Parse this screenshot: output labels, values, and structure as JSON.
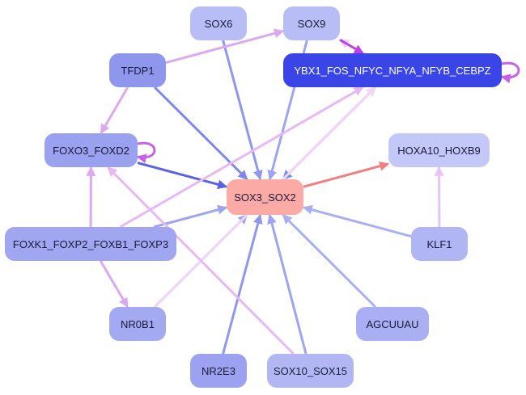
{
  "title": "SOX3_SOX2 regulatory network",
  "nodes": [
    {
      "id": "SOX6",
      "label": "SOX6",
      "color": "#b8bdf6",
      "text": "#1a1a3a"
    },
    {
      "id": "SOX9",
      "label": "SOX9",
      "color": "#b8bdf6",
      "text": "#1a1a3a"
    },
    {
      "id": "TFDP1",
      "label": "TFDP1",
      "color": "#8f97ec",
      "text": "#1a1a3a"
    },
    {
      "id": "YBX1",
      "label": "YBX1_FOS_NFYC_NFYA_NFYB_CEBPZ",
      "color": "#3a45e8",
      "text": "#ffffff"
    },
    {
      "id": "FOXO3",
      "label": "FOXO3_FOXD2",
      "color": "#9aa1ef",
      "text": "#1a1a3a"
    },
    {
      "id": "SOX3",
      "label": "SOX3_SOX2",
      "color": "#fbaaa6",
      "text": "#1a1a3a"
    },
    {
      "id": "HOXA10",
      "label": "HOXA10_HOXB9",
      "color": "#c4c8f8",
      "text": "#1a1a3a"
    },
    {
      "id": "FOXK1",
      "label": "FOXK1_FOXP2_FOXB1_FOXP3",
      "color": "#a0a6f0",
      "text": "#1a1a3a"
    },
    {
      "id": "KLF1",
      "label": "KLF1",
      "color": "#b0b6f4",
      "text": "#1a1a3a"
    },
    {
      "id": "NR0B1",
      "label": "NR0B1",
      "color": "#a4aaf1",
      "text": "#1a1a3a"
    },
    {
      "id": "AGCUUAU",
      "label": "AGCUUAU",
      "color": "#a9aff2",
      "text": "#1a1a3a"
    },
    {
      "id": "NR2E3",
      "label": "NR2E3",
      "color": "#9ca2ef",
      "text": "#1a1a3a"
    },
    {
      "id": "SOX10",
      "label": "SOX10_SOX15",
      "color": "#b2b7f4",
      "text": "#1a1a3a"
    }
  ],
  "edges": [
    {
      "from": "SOX6",
      "to": "SOX3",
      "color": "#8f97ec"
    },
    {
      "from": "SOX9",
      "to": "SOX3",
      "color": "#9ea5f0"
    },
    {
      "from": "TFDP1",
      "to": "SOX3",
      "color": "#7f88ea"
    },
    {
      "from": "TFDP1",
      "to": "SOX9",
      "color": "#dca8f0"
    },
    {
      "from": "TFDP1",
      "to": "FOXO3",
      "color": "#dca8f0"
    },
    {
      "from": "YBX1",
      "to": "SOX9",
      "color": "#efcdf8"
    },
    {
      "from": "YBX1",
      "to": "SOX3",
      "color": "#6f8ae8"
    },
    {
      "from": "SOX3",
      "to": "YBX1",
      "color": "#f9b0a8"
    },
    {
      "from": "FOXO3",
      "to": "SOX3",
      "color": "#5a63e6"
    },
    {
      "from": "SOX3",
      "to": "HOXA10",
      "color": "#f08080"
    },
    {
      "from": "KLF1",
      "to": "HOXA10",
      "color": "#e8c4f6"
    },
    {
      "from": "KLF1",
      "to": "SOX3",
      "color": "#a9aff2"
    },
    {
      "from": "FOXK1",
      "to": "SOX3",
      "color": "#9ea5f0"
    },
    {
      "from": "FOXK1",
      "to": "FOXO3",
      "color": "#dca8f0"
    },
    {
      "from": "FOXK1",
      "to": "NR0B1",
      "color": "#dca8f0"
    },
    {
      "from": "FOXK1",
      "to": "YBX1",
      "color": "#e8b8f4"
    },
    {
      "from": "NR0B1",
      "to": "SOX3",
      "color": "#9ea5f0"
    },
    {
      "from": "NR0B1",
      "to": "YBX1",
      "color": "#efd6fa"
    },
    {
      "from": "AGCUUAU",
      "to": "SOX3",
      "color": "#a9aff2"
    },
    {
      "from": "NR2E3",
      "to": "SOX3",
      "color": "#8f97ec"
    },
    {
      "from": "SOX10",
      "to": "SOX3",
      "color": "#9ea5f0"
    },
    {
      "from": "SOX10",
      "to": "FOXO3",
      "color": "#e8b8f4"
    },
    {
      "from": "SOX9",
      "to": "YBX1",
      "color": "#c040e8"
    }
  ],
  "self_loops": [
    {
      "node": "FOXO3",
      "color": "#c860e8"
    },
    {
      "node": "YBX1",
      "color": "#c860e8"
    }
  ]
}
